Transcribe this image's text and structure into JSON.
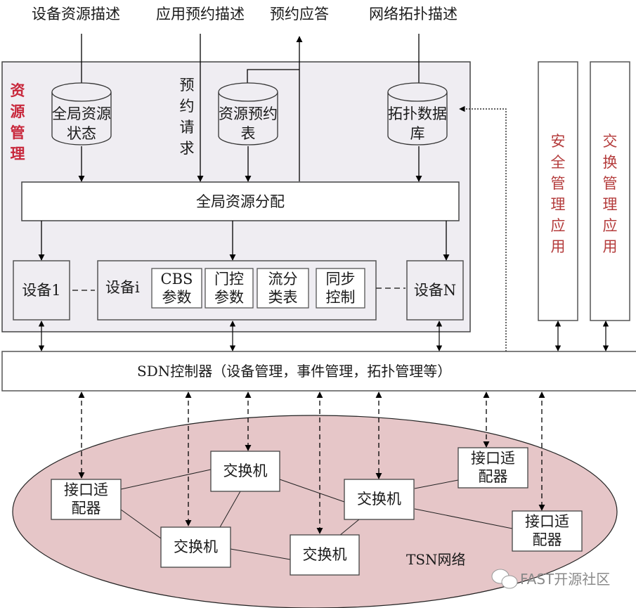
{
  "inputs": {
    "device_resource_desc": "设备资源描述",
    "app_reservation_desc": "应用预约描述",
    "reservation_reply": "预约应答",
    "topology_desc": "网络拓扑描述"
  },
  "resource_mgmt": {
    "title": "资源管理",
    "reservation_request": "预约请求",
    "db_global_state": "全局资源状态",
    "db_reservation_table": "资源预约表",
    "db_topology": "拓扑数据库",
    "global_allocation": "全局资源分配",
    "device_1": "设备1",
    "device_i": "设备i",
    "device_n": "设备N",
    "device_i_params": [
      {
        "line1": "CBS",
        "line2": "参数"
      },
      {
        "line1": "门控",
        "line2": "参数"
      },
      {
        "line1": "流分",
        "line2": "类表"
      },
      {
        "line1": "同步",
        "line2": "控制"
      }
    ]
  },
  "apps": {
    "security": "安全管理应用",
    "switching": "交换管理应用"
  },
  "sdn_controller": "SDN控制器（设备管理，事件管理，拓扑管理等）",
  "tsn": {
    "label": "TSN网络",
    "switch": "交换机",
    "adapter_line1": "接口适",
    "adapter_line2": "配器"
  },
  "watermark": "FAST开源社区",
  "colors": {
    "panel_bg": "#efedf2",
    "ellipse_fill": "#e6c6c8",
    "accent_red": "#c8283c",
    "app_text": "#b43c3c"
  }
}
